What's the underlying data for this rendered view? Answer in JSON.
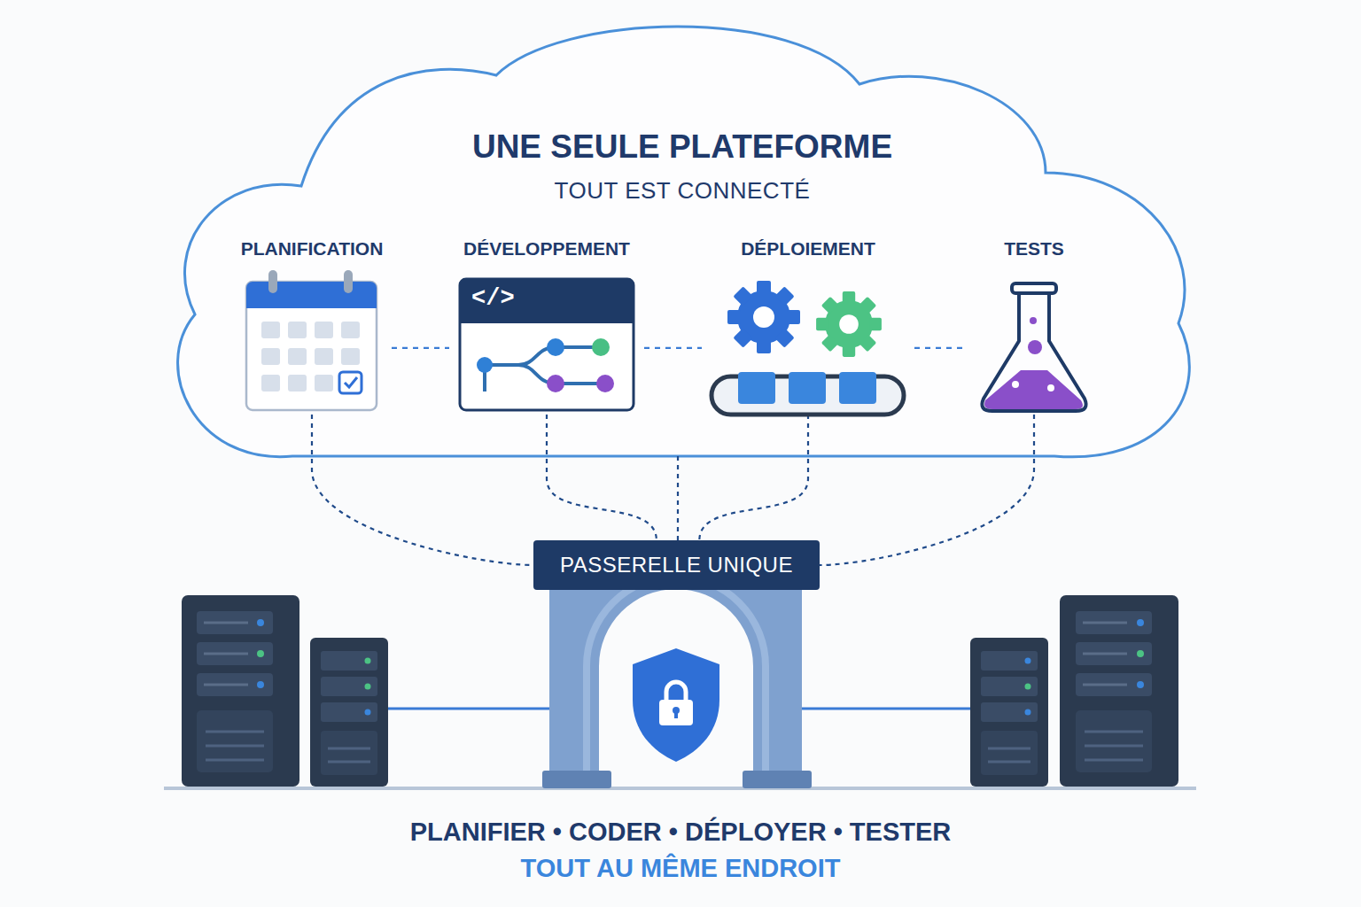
{
  "diagram": {
    "caption": "PLANIFIER • CODER • DÉPLOYER • TESTER",
    "nodes": [
      {
        "text": [
          "UNE SEULE PLATEFORME",
          "TOUT EST CONNECTÉ"
        ]
      },
      {
        "text": [
          "PLANIFICATION"
        ],
        "in": 0
      },
      {
        "text": [
          "DÉVELOPPEMENT"
        ],
        "in": 0
      },
      {
        "text": [
          "DÉPLOIEMENT"
        ],
        "in": 0
      },
      {
        "text": [
          "TESTS"
        ],
        "in": 0
      },
      {
        "text": [
          "PASSERELLE UNIQUE"
        ]
      }
    ],
    "edges": [
      {
        "from": 1,
        "to": 2,
        "arrow": "none"
      },
      {
        "from": 2,
        "to": 3,
        "arrow": "none"
      },
      {
        "from": 3,
        "to": 4,
        "arrow": "none"
      },
      {
        "from": 1,
        "to": 5,
        "arrow": "none"
      },
      {
        "from": 2,
        "to": 5,
        "arrow": "none"
      },
      {
        "from": 3,
        "to": 5,
        "arrow": "none"
      },
      {
        "from": 4,
        "to": 5,
        "arrow": "none"
      },
      {
        "from": 0,
        "to": 5,
        "arrow": "none"
      }
    ],
    "labels": [
      "</>",
      "TOUT AU MÊME ENDROIT"
    ]
  }
}
